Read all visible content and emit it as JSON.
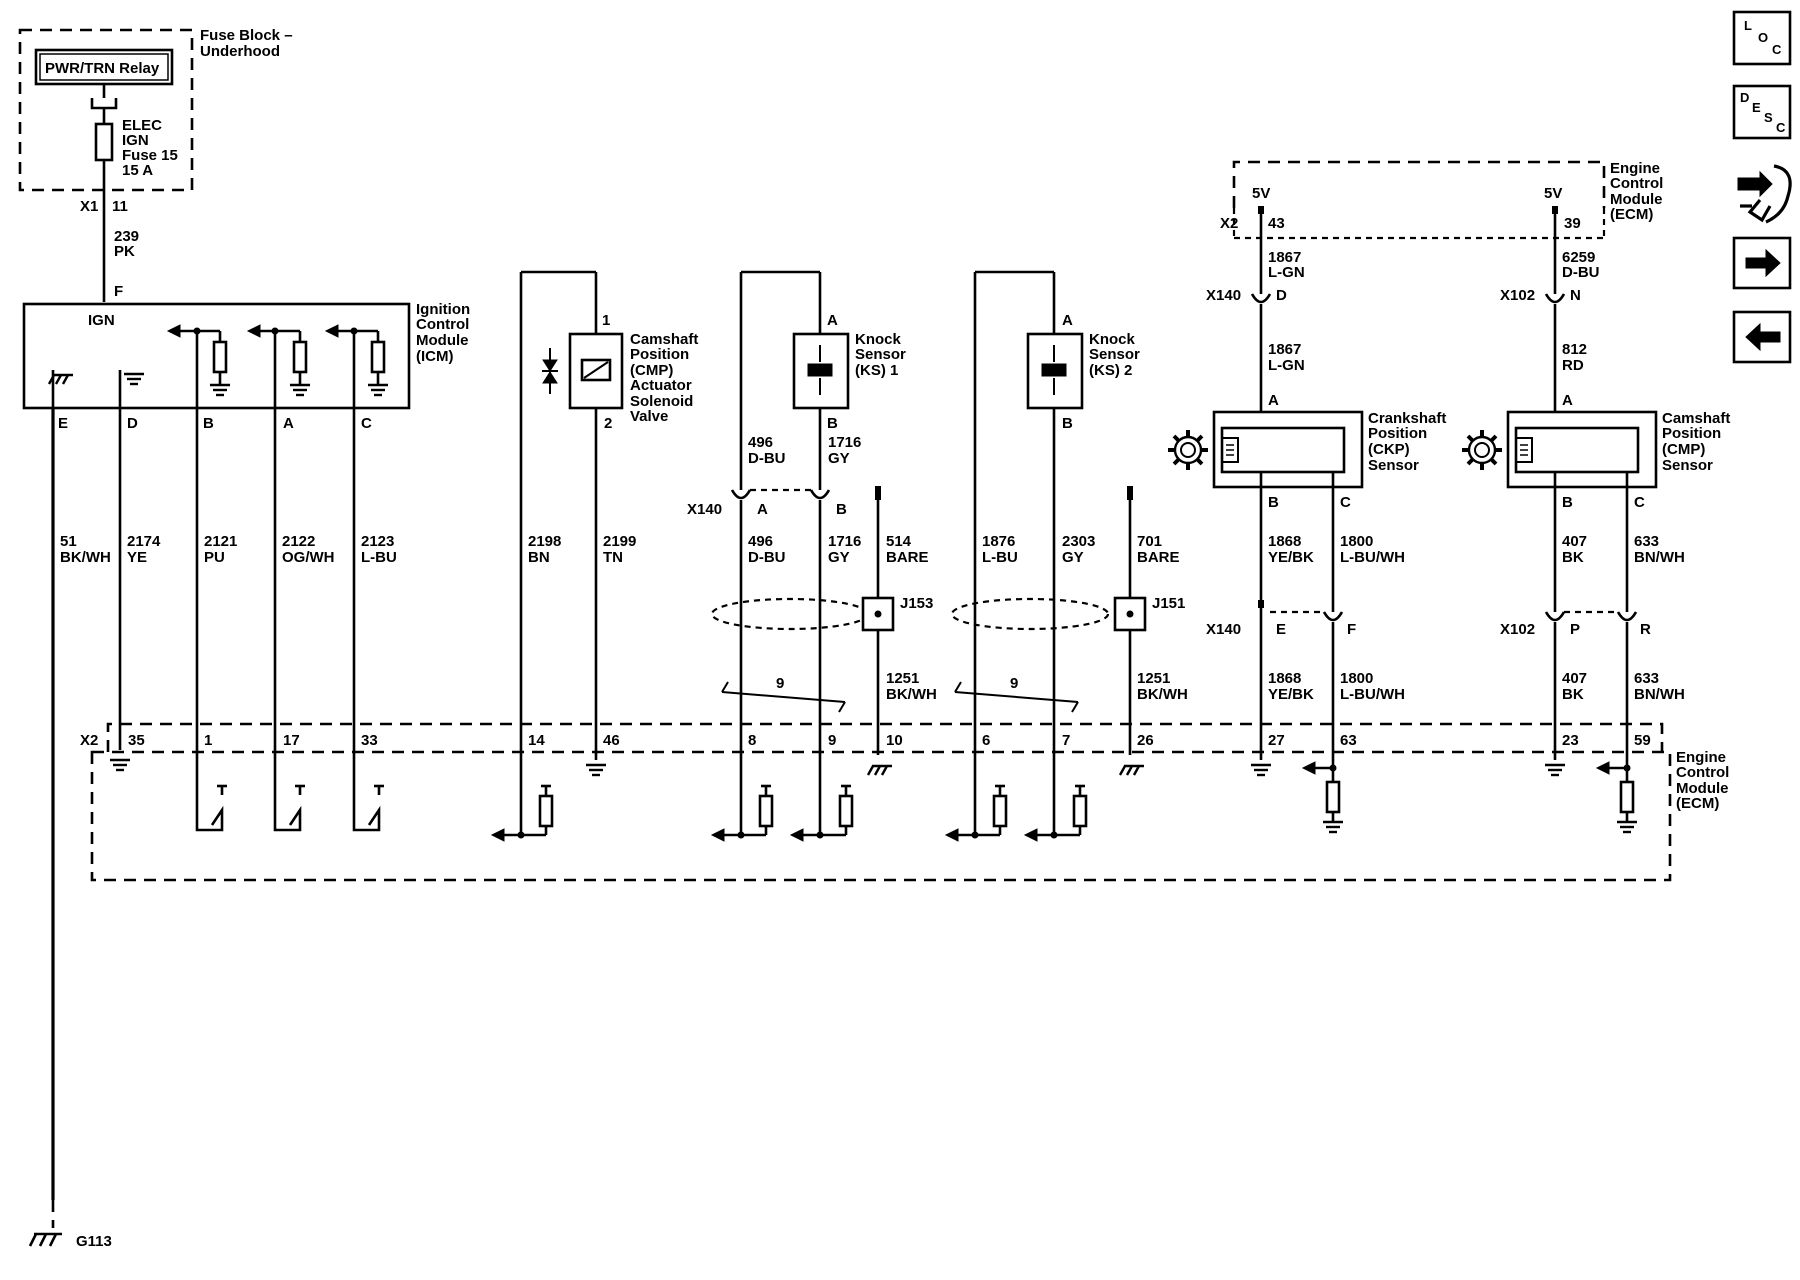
{
  "fuse_block": {
    "title_l1": "Fuse Block –",
    "title_l2": "Underhood",
    "relay": "PWR/TRN Relay",
    "fuse_l1": "ELEC",
    "fuse_l2": "IGN",
    "fuse_l3": "Fuse 15",
    "fuse_l4": "15 A",
    "conn": "X1",
    "pin": "11"
  },
  "wire_239": {
    "num": "239",
    "color": "PK",
    "pin": "F"
  },
  "icm": {
    "title_l1": "Ignition",
    "title_l2": "Control",
    "title_l3": "Module",
    "title_l4": "(ICM)",
    "ign": "IGN",
    "pins": [
      "E",
      "D",
      "B",
      "A",
      "C"
    ]
  },
  "icm_wires": [
    {
      "num": "51",
      "color": "BK/WH"
    },
    {
      "num": "2174",
      "color": "YE"
    },
    {
      "num": "2121",
      "color": "PU"
    },
    {
      "num": "2122",
      "color": "OG/WH"
    },
    {
      "num": "2123",
      "color": "L-BU"
    }
  ],
  "cmp_valve": {
    "l1": "Camshaft",
    "l2": "Position",
    "l3": "(CMP)",
    "l4": "Actuator",
    "l5": "Solenoid",
    "l6": "Valve",
    "pin_top": "1",
    "pin_bot": "2",
    "wire_a_num": "2198",
    "wire_a_color": "BN",
    "wire_b_num": "2199",
    "wire_b_color": "TN"
  },
  "ks1": {
    "l1": "Knock",
    "l2": "Sensor",
    "l3": "(KS) 1",
    "pin_a": "A",
    "pin_b": "B",
    "w1_num": "496",
    "w1_color": "D-BU",
    "w2_num": "1716",
    "w2_color": "GY",
    "conn": "X140",
    "conn_a": "A",
    "conn_b": "B",
    "w1b_num": "496",
    "w1b_color": "D-BU",
    "w2b_num": "1716",
    "w2b_color": "GY",
    "shield_num": "514",
    "shield_color": "BARE",
    "splice": "J153",
    "twist": "9",
    "drain_num": "1251",
    "drain_color": "BK/WH"
  },
  "ks2": {
    "l1": "Knock",
    "l2": "Sensor",
    "l3": "(KS) 2",
    "pin_a": "A",
    "pin_b": "B",
    "w1_num": "1876",
    "w1_color": "L-BU",
    "w2_num": "2303",
    "w2_color": "GY",
    "shield_num": "701",
    "shield_color": "BARE",
    "splice": "J151",
    "twist": "9",
    "drain_num": "1251",
    "drain_color": "BK/WH"
  },
  "ecm_top": {
    "l1": "Engine",
    "l2": "Control",
    "l3": "Module",
    "l4": "(ECM)",
    "v1": "5V",
    "v2": "5V",
    "conn": "X2",
    "pin1": "43",
    "pin2": "39"
  },
  "ckp": {
    "l1": "Crankshaft",
    "l2": "Position",
    "l3": "(CKP)",
    "l4": "Sensor",
    "w_top_num": "1867",
    "w_top_color": "L-GN",
    "conn_top": "X140",
    "conn_top_pin": "D",
    "w_mid_num": "1867",
    "w_mid_color": "L-GN",
    "pin_a": "A",
    "pin_b": "B",
    "pin_c": "C",
    "wb_num": "1868",
    "wb_color": "YE/BK",
    "wc_num": "1800",
    "wc_color": "L-BU/WH",
    "conn_bot": "X140",
    "conn_bot_e": "E",
    "conn_bot_f": "F",
    "wb2_num": "1868",
    "wb2_color": "YE/BK",
    "wc2_num": "1800",
    "wc2_color": "L-BU/WH"
  },
  "cmp_sensor": {
    "l1": "Camshaft",
    "l2": "Position",
    "l3": "(CMP)",
    "l4": "Sensor",
    "w_top_num": "6259",
    "w_top_color": "D-BU",
    "conn_top": "X102",
    "conn_top_pin": "N",
    "w_mid_num": "812",
    "w_mid_color": "RD",
    "pin_a": "A",
    "pin_b": "B",
    "pin_c": "C",
    "wb_num": "407",
    "wb_color": "BK",
    "wc_num": "633",
    "wc_color": "BN/WH",
    "conn_bot": "X102",
    "conn_bot_p": "P",
    "conn_bot_r": "R",
    "wb2_num": "407",
    "wb2_color": "BK",
    "wc2_num": "633",
    "wc2_color": "BN/WH"
  },
  "ecm_bottom": {
    "l1": "Engine",
    "l2": "Control",
    "l3": "Module",
    "l4": "(ECM)",
    "conn": "X2",
    "pins": [
      "35",
      "1",
      "17",
      "33",
      "14",
      "46",
      "8",
      "9",
      "10",
      "6",
      "7",
      "26",
      "27",
      "63",
      "23",
      "59"
    ]
  },
  "ground": "G113",
  "nav": {
    "loc": [
      "L",
      "O",
      "C"
    ],
    "desc": [
      "D",
      "E",
      "S",
      "C"
    ]
  }
}
